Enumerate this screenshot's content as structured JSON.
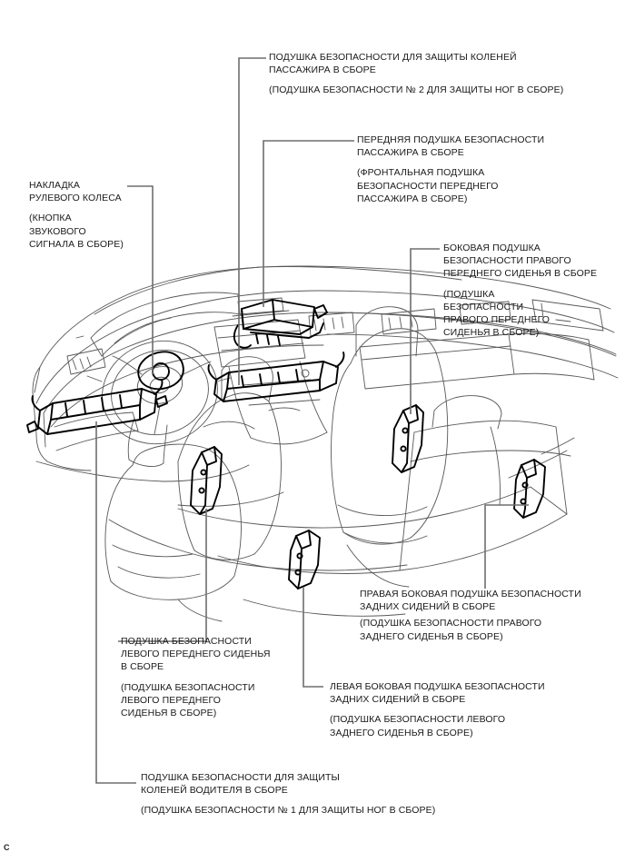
{
  "document": {
    "type": "automotive-service-illustration",
    "subject": "Airbag system component location diagram",
    "corner_mark": "C",
    "line_color": "#6e6e6e",
    "art_color": "#4a4a4a",
    "part_outline_color": "#000000",
    "text_color": "#1a1a1a",
    "background": "#ffffff"
  },
  "callouts": [
    {
      "id": "passenger-knee-airbag",
      "main": [
        "ПОДУШКА БЕЗОПАСНОСТИ ДЛЯ ЗАЩИТЫ КОЛЕНЕЙ",
        "ПАССАЖИРА В СБОРЕ"
      ],
      "alt": [
        "(ПОДУШКА БЕЗОПАСНОСТИ № 2 ДЛЯ ЗАЩИТЫ НОГ В СБОРЕ)"
      ]
    },
    {
      "id": "front-passenger-airbag",
      "main": [
        "ПЕРЕДНЯЯ ПОДУШКА БЕЗОПАСНОСТИ",
        "ПАССАЖИРА В СБОРЕ"
      ],
      "alt": [
        "(ФРОНТАЛЬНАЯ ПОДУШКА",
        "БЕЗОПАСНОСТИ ПЕРЕДНЕГО",
        "ПАССАЖИРА В СБОРЕ)"
      ]
    },
    {
      "id": "steering-wheel-pad",
      "main": [
        "НАКЛАДКА",
        "РУЛЕВОГО КОЛЕСА"
      ],
      "alt": [
        "(КНОПКА",
        "ЗВУКОВОГО",
        "СИГНАЛА В СБОРЕ)"
      ]
    },
    {
      "id": "right-front-seat-side-airbag",
      "main": [
        "БОКОВАЯ ПОДУШКА",
        "БЕЗОПАСНОСТИ ПРАВОГО",
        "ПЕРЕДНЕГО СИДЕНЬЯ В СБОРЕ"
      ],
      "alt": [
        "(ПОДУШКА",
        "БЕЗОПАСНОСТИ",
        "ПРАВОГО ПЕРЕДНЕГО",
        "СИДЕНЬЯ В СБОРЕ)"
      ]
    },
    {
      "id": "right-rear-seat-side-airbag",
      "main": [
        "ПРАВАЯ БОКОВАЯ ПОДУШКА БЕЗОПАСНОСТИ",
        "ЗАДНИХ СИДЕНИЙ В СБОРЕ"
      ],
      "alt": [
        "(ПОДУШКА БЕЗОПАСНОСТИ ПРАВОГО",
        "ЗАДНЕГО СИДЕНЬЯ В СБОРЕ)"
      ]
    },
    {
      "id": "left-rear-seat-side-airbag",
      "main": [
        "ЛЕВАЯ БОКОВАЯ ПОДУШКА БЕЗОПАСНОСТИ",
        "ЗАДНИХ СИДЕНИЙ В СБОРЕ"
      ],
      "alt": [
        "(ПОДУШКА БЕЗОПАСНОСТИ ЛЕВОГО",
        "ЗАДНЕГО СИДЕНЬЯ В СБОРЕ)"
      ]
    },
    {
      "id": "left-front-seat-side-airbag",
      "main": [
        "ПОДУШКА БЕЗОПАСНОСТИ",
        "ЛЕВОГО ПЕРЕДНЕГО СИДЕНЬЯ",
        "В СБОРЕ"
      ],
      "alt": [
        "(ПОДУШКА БЕЗОПАСНОСТИ",
        "ЛЕВОГО ПЕРЕДНЕГО",
        "СИДЕНЬЯ В СБОРЕ)"
      ]
    },
    {
      "id": "driver-knee-airbag",
      "main": [
        "ПОДУШКА БЕЗОПАСНОСТИ ДЛЯ ЗАЩИТЫ",
        "КОЛЕНЕЙ ВОДИТЕЛЯ В СБОРЕ"
      ],
      "alt": [
        "(ПОДУШКА БЕЗОПАСНОСТИ № 1 ДЛЯ ЗАЩИТЫ НОГ В СБОРЕ)"
      ]
    }
  ]
}
